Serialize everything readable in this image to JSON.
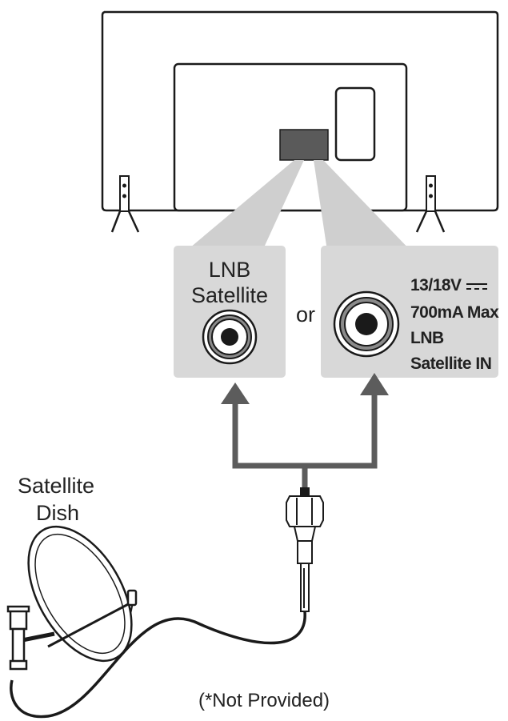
{
  "colors": {
    "outline": "#1a1a1a",
    "panel": "#d8d8d8",
    "port_block": "#5a5a5a",
    "arrow": "#5c5c5c",
    "callout": "#cfcfcf"
  },
  "port_left": {
    "label_line1": "LNB",
    "label_line2": "Satellite"
  },
  "separator": "or",
  "port_right": {
    "line1": "13/18V",
    "dc_symbol": "⎓",
    "line2": "700mA Max",
    "line3": "LNB",
    "line4": "Satellite IN"
  },
  "dish": {
    "label_line1": "Satellite",
    "label_line2": "Dish"
  },
  "cable_note": "(*Not Provided)",
  "icons": [
    "tv-back-icon",
    "coax-port-icon",
    "coax-connector-icon",
    "satellite-dish-icon",
    "arrow-up-icon"
  ]
}
